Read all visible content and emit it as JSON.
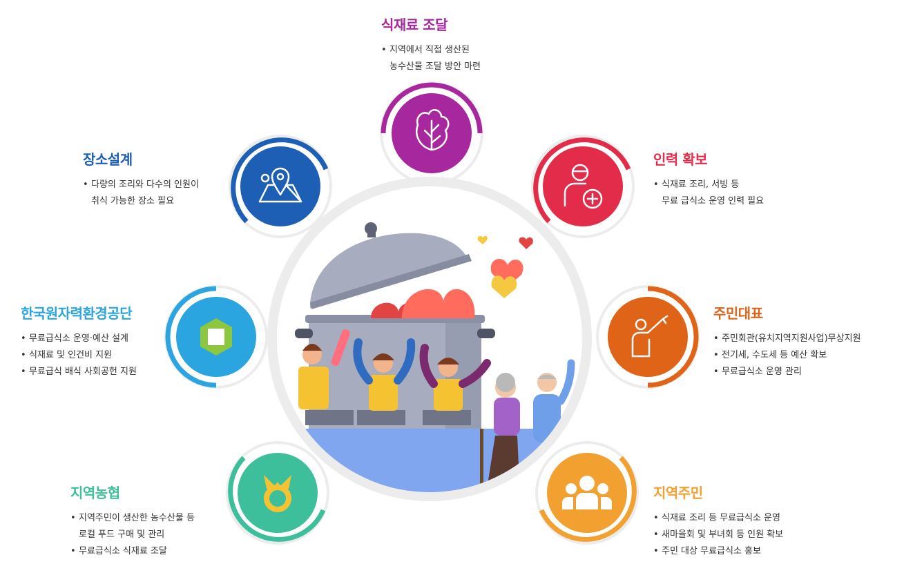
{
  "colors": {
    "supply": "#a6279e",
    "venue": "#1d5fb4",
    "staff": "#e32c4a",
    "khnp": "#2aa5e0",
    "resident_rep": "#e06418",
    "nonghyup": "#3dbf9c",
    "residents": "#f2a030",
    "ring": "#ececec"
  },
  "nodes": {
    "supply": {
      "title": "식재료 조달",
      "icon": "lettuce-icon",
      "items": [
        [
          "지역에서 직접 생산된",
          "농수산물 조달 방안 마련"
        ]
      ]
    },
    "venue": {
      "title": "장소설계",
      "icon": "map-location-icon",
      "items": [
        [
          "다량의 조리와 다수의 인원이",
          "취식 가능한 장소 필요"
        ]
      ]
    },
    "staff": {
      "title": "인력 확보",
      "icon": "person-add-icon",
      "items": [
        [
          "식재료 조리, 서빙 등",
          "무료 급식소 운영 인력 필요"
        ]
      ]
    },
    "khnp": {
      "title": "한국원자력환경공단",
      "icon": "hexagon-logo-icon",
      "items": [
        [
          "무료급식소 운영·예산 설계"
        ],
        [
          "식재료 및 인건비 지원"
        ],
        [
          "무료급식 배식 사회공헌 지원"
        ]
      ]
    },
    "resident_rep": {
      "title": "주민대표",
      "icon": "raised-hand-icon",
      "items": [
        [
          "주민회관(유치지역지원사업)무상지원"
        ],
        [
          "전기세, 수도세 등 예산 확보"
        ],
        [
          "무료급식소 운영 관리"
        ]
      ]
    },
    "nonghyup": {
      "title": "지역농협",
      "icon": "nonghyup-logo-icon",
      "items": [
        [
          "지역주민이 생산한 농수산물 등",
          "로컬 푸드 구매 및 관리"
        ],
        [
          "무료급식소 식재료 조달"
        ]
      ]
    },
    "residents": {
      "title": "지역주민",
      "icon": "group-icon",
      "items": [
        [
          "식재료 조리 등 무료급식소 운영"
        ],
        [
          "새마을회 및 부녀회 등 인원 확보"
        ],
        [
          "주민 대상 무료급식소 홍보"
        ]
      ]
    }
  }
}
